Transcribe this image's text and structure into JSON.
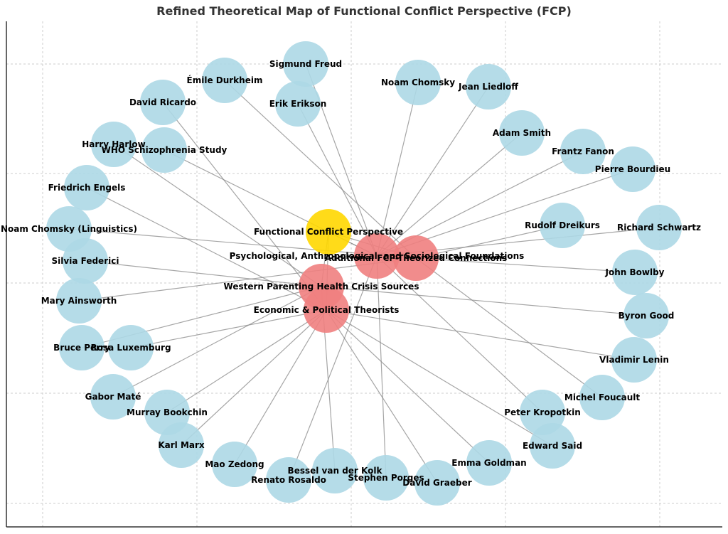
{
  "title": "Refined Theoretical Map of Functional Conflict Perspective (FCP)",
  "colors": {
    "core": "#ffd700",
    "hub": "#f08080",
    "theorist": "#add8e6",
    "edge": "#888888",
    "grid": "#cccccc"
  },
  "nodes": [
    {
      "id": "fcp",
      "label": "Functional Conflict Perspective",
      "group": "core"
    },
    {
      "id": "psy",
      "label": "Psychological, Anthropological, and Sociological Foundations",
      "group": "hub"
    },
    {
      "id": "add",
      "label": "Additional FCP-Theorized Connections",
      "group": "hub"
    },
    {
      "id": "wph",
      "label": "Western Parenting Health Crisis Sources",
      "group": "hub"
    },
    {
      "id": "eco",
      "label": "Economic & Political Theorists",
      "group": "hub"
    },
    {
      "id": "freud",
      "label": "Sigmund Freud",
      "group": "theorist"
    },
    {
      "id": "durkheim",
      "label": "Émile Durkheim",
      "group": "theorist"
    },
    {
      "id": "chomsky",
      "label": "Noam Chomsky",
      "group": "theorist"
    },
    {
      "id": "liedloff",
      "label": "Jean Liedloff",
      "group": "theorist"
    },
    {
      "id": "ricardo",
      "label": "David Ricardo",
      "group": "theorist"
    },
    {
      "id": "erikson",
      "label": "Erik Erikson",
      "group": "theorist"
    },
    {
      "id": "smith",
      "label": "Adam Smith",
      "group": "theorist"
    },
    {
      "id": "harlow",
      "label": "Harry Harlow",
      "group": "theorist"
    },
    {
      "id": "who",
      "label": "WHO Schizophrenia Study",
      "group": "theorist"
    },
    {
      "id": "fanon",
      "label": "Frantz Fanon",
      "group": "theorist"
    },
    {
      "id": "bourdieu",
      "label": "Pierre Bourdieu",
      "group": "theorist"
    },
    {
      "id": "engels",
      "label": "Friedrich Engels",
      "group": "theorist"
    },
    {
      "id": "chomskyling",
      "label": "Noam Chomsky (Linguistics)",
      "group": "theorist"
    },
    {
      "id": "dreikurs",
      "label": "Rudolf Dreikurs",
      "group": "theorist"
    },
    {
      "id": "schwartz",
      "label": "Richard Schwartz",
      "group": "theorist"
    },
    {
      "id": "federici",
      "label": "Silvia Federici",
      "group": "theorist"
    },
    {
      "id": "bowlby",
      "label": "John Bowlby",
      "group": "theorist"
    },
    {
      "id": "ainsworth",
      "label": "Mary Ainsworth",
      "group": "theorist"
    },
    {
      "id": "good",
      "label": "Byron Good",
      "group": "theorist"
    },
    {
      "id": "perry",
      "label": "Bruce Perry",
      "group": "theorist"
    },
    {
      "id": "luxemburg",
      "label": "Rosa Luxemburg",
      "group": "theorist"
    },
    {
      "id": "lenin",
      "label": "Vladimir Lenin",
      "group": "theorist"
    },
    {
      "id": "mate",
      "label": "Gabor Maté",
      "group": "theorist"
    },
    {
      "id": "foucault",
      "label": "Michel Foucault",
      "group": "theorist"
    },
    {
      "id": "bookchin",
      "label": "Murray Bookchin",
      "group": "theorist"
    },
    {
      "id": "kropotkin",
      "label": "Peter Kropotkin",
      "group": "theorist"
    },
    {
      "id": "marx",
      "label": "Karl Marx",
      "group": "theorist"
    },
    {
      "id": "said",
      "label": "Edward Said",
      "group": "theorist"
    },
    {
      "id": "zedong",
      "label": "Mao Zedong",
      "group": "theorist"
    },
    {
      "id": "goldman",
      "label": "Emma Goldman",
      "group": "theorist"
    },
    {
      "id": "vdkolk",
      "label": "Bessel van der Kolk",
      "group": "theorist"
    },
    {
      "id": "rosaldo",
      "label": "Renato Rosaldo",
      "group": "theorist"
    },
    {
      "id": "porges",
      "label": "Stephen Porges",
      "group": "theorist"
    },
    {
      "id": "graeber",
      "label": "David Graeber",
      "group": "theorist"
    }
  ],
  "edges": [
    [
      "fcp",
      "psy"
    ],
    [
      "fcp",
      "add"
    ],
    [
      "fcp",
      "wph"
    ],
    [
      "fcp",
      "eco"
    ],
    [
      "psy",
      "freud"
    ],
    [
      "psy",
      "erikson"
    ],
    [
      "psy",
      "chomsky"
    ],
    [
      "psy",
      "liedloff"
    ],
    [
      "psy",
      "smith"
    ],
    [
      "psy",
      "fanon"
    ],
    [
      "psy",
      "bourdieu"
    ],
    [
      "psy",
      "schwartz"
    ],
    [
      "psy",
      "porges"
    ],
    [
      "psy",
      "rosaldo"
    ],
    [
      "psy",
      "kropotkin"
    ],
    [
      "psy",
      "who"
    ],
    [
      "add",
      "durkheim"
    ],
    [
      "add",
      "dreikurs"
    ],
    [
      "add",
      "bowlby"
    ],
    [
      "add",
      "foucault"
    ],
    [
      "add",
      "ainsworth"
    ],
    [
      "add",
      "chomskyling"
    ],
    [
      "wph",
      "harlow"
    ],
    [
      "wph",
      "mate"
    ],
    [
      "wph",
      "good"
    ],
    [
      "wph",
      "perry"
    ],
    [
      "wph",
      "federici"
    ],
    [
      "wph",
      "vdkolk"
    ],
    [
      "eco",
      "ricardo"
    ],
    [
      "eco",
      "engels"
    ],
    [
      "eco",
      "luxemburg"
    ],
    [
      "eco",
      "marx"
    ],
    [
      "eco",
      "lenin"
    ],
    [
      "eco",
      "bookchin"
    ],
    [
      "eco",
      "zedong"
    ],
    [
      "eco",
      "said"
    ],
    [
      "eco",
      "goldman"
    ],
    [
      "eco",
      "graeber"
    ]
  ]
}
